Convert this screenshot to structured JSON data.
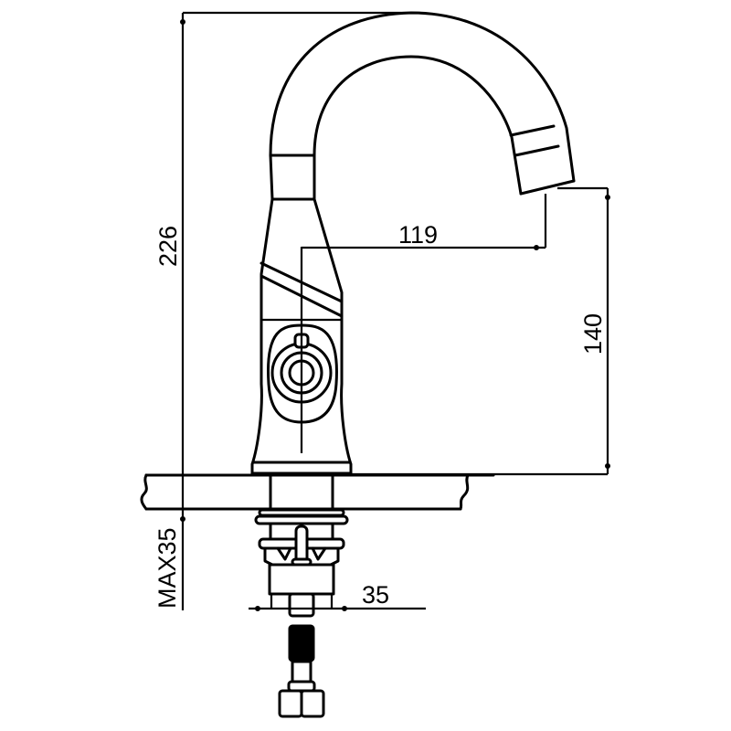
{
  "drawing": {
    "subject": "basin faucet technical drawing (side elevation)",
    "line_color": "#000000",
    "background": "#ffffff"
  },
  "dimensions": {
    "overall_height": "226",
    "spout_reach": "119",
    "spout_outlet_height": "140",
    "max_deck_thickness": "MAX35",
    "shank_diameter": "35"
  }
}
